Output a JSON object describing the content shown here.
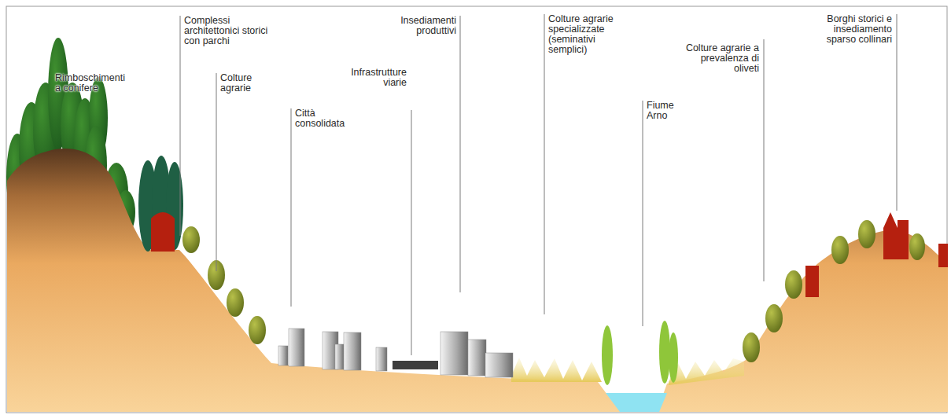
{
  "diagram": {
    "labels": [
      "Rimboschimenti a conifere",
      "Complessi architettonici storici con parchi",
      "Colture agrarie",
      "Città consolidata",
      "Infrastrutture viarie",
      "Insediamenti produttivi",
      "Colture agrarie specializzate (seminativi semplici)",
      "Fiume Arno",
      "Colture agrarie a prevalenza di oliveti",
      "Borghi storici e insediamento sparso collinari"
    ]
  }
}
